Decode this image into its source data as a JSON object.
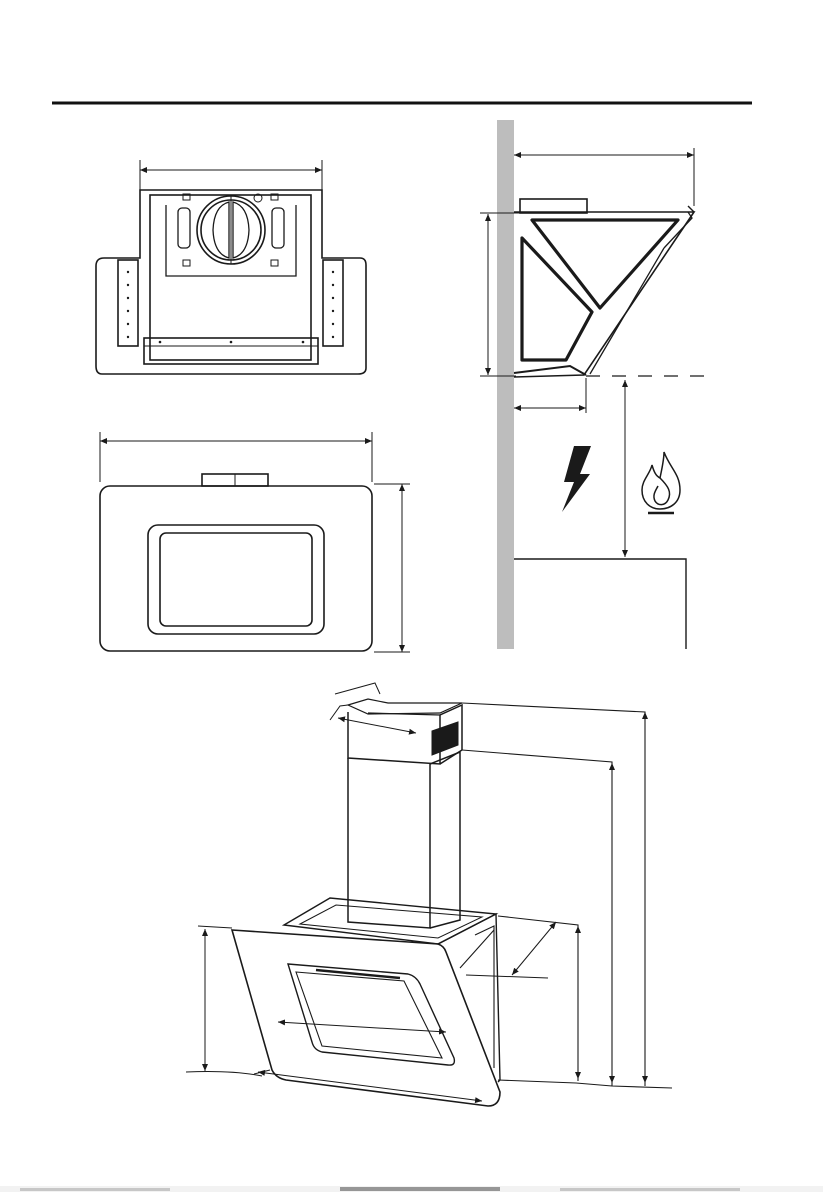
{
  "page": {
    "title": "",
    "background": "#ffffff",
    "line_color": "#1a1a1a",
    "wall_fill": "#bdbdbd"
  },
  "figures": [
    {
      "name": "top-view",
      "icons": [
        "duct-outlet-circle",
        "mounting-bracket"
      ]
    },
    {
      "name": "front-view",
      "icons": [
        "glass-panel",
        "filter-window"
      ]
    },
    {
      "name": "side-view-installation",
      "icons": [
        "wall",
        "hood-profile",
        "lightning-icon",
        "flame-icon",
        "worktop"
      ]
    },
    {
      "name": "perspective-view",
      "icons": [
        "chimney-cover",
        "vent-grille",
        "hood-body",
        "glass-panel"
      ]
    }
  ],
  "symbols": {
    "electric": "lightning-icon",
    "gas": "flame-icon"
  },
  "footer": {
    "scan_artifact": true
  }
}
